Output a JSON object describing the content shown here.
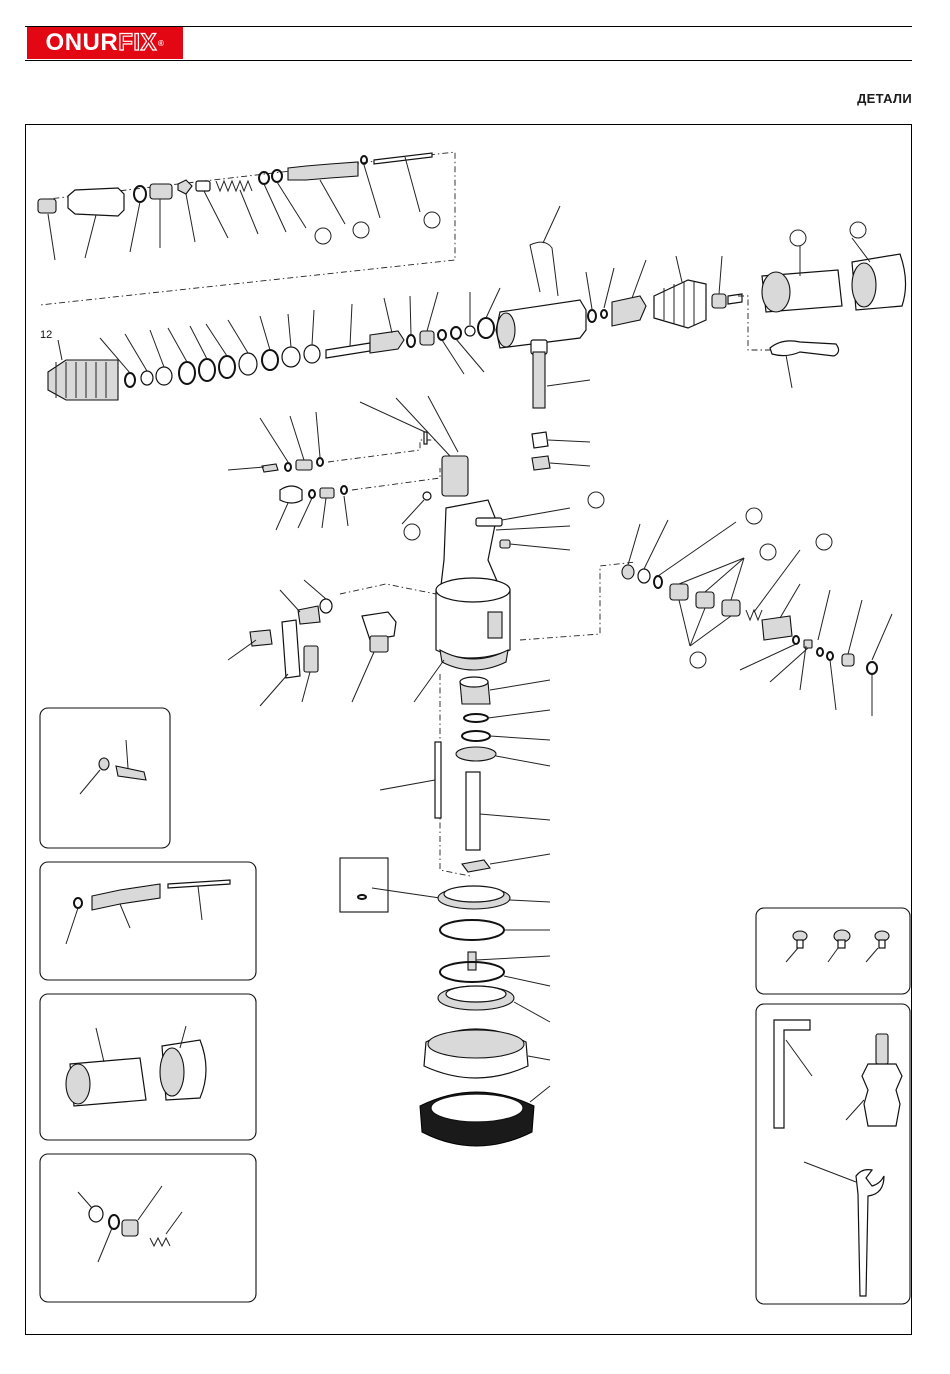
{
  "header": {
    "brand_bold": "ONUR",
    "brand_outline": "FIX",
    "registered_mark": "®"
  },
  "page": {
    "section_title": "ДЕТАЛИ"
  },
  "diagram": {
    "ref_number": "12"
  }
}
